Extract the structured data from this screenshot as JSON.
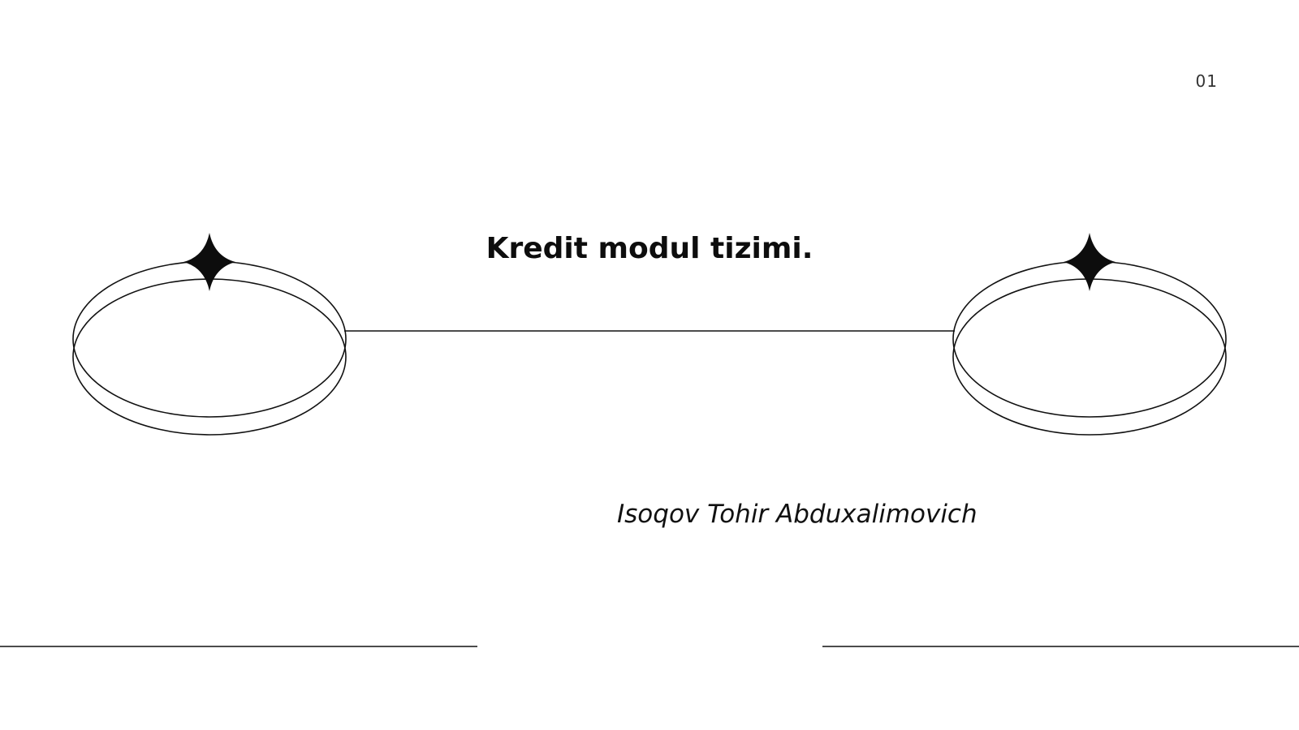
{
  "slide": {
    "page_number": "01",
    "title": "Kredit modul tizimi.",
    "author": "Isoqov Tohir Abduxalimovich"
  },
  "decor": {
    "icons": [
      "ring-icon",
      "sparkle-icon"
    ],
    "stroke_color": "#111111",
    "background_color": "#ffffff"
  }
}
